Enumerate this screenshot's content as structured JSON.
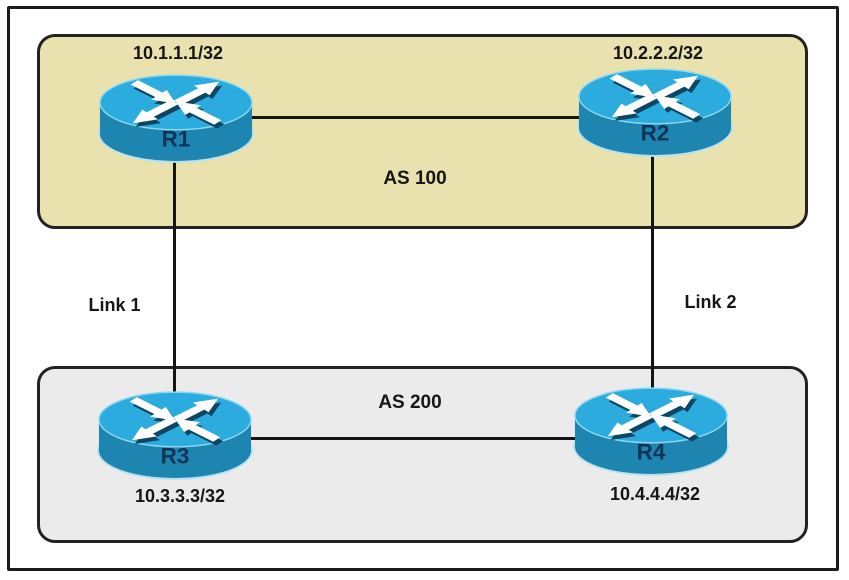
{
  "diagram": {
    "type": "network-topology",
    "as_groups": [
      {
        "name": "AS 100",
        "fill": "#e9e2ae",
        "routers": [
          "R1",
          "R2"
        ]
      },
      {
        "name": "AS 200",
        "fill": "#ebebeb",
        "routers": [
          "R3",
          "R4"
        ]
      }
    ],
    "routers": [
      {
        "name": "R1",
        "ip": "10.1.1.1/32"
      },
      {
        "name": "R2",
        "ip": "10.2.2.2/32"
      },
      {
        "name": "R3",
        "ip": "10.3.3.3/32"
      },
      {
        "name": "R4",
        "ip": "10.4.4.4/32"
      }
    ],
    "links": [
      {
        "label": "Link 1",
        "endpoints": "R1-R3"
      },
      {
        "label": "Link 2",
        "endpoints": "R2-R4"
      },
      {
        "label": "",
        "endpoints": "R1-R2"
      },
      {
        "label": "",
        "endpoints": "R3-R4"
      }
    ],
    "colors": {
      "router_top": "#2bobsolete",
      "router_top_fill": "#2babde",
      "router_body_fill": "#1e85b0",
      "router_glow": "#b5e2f0",
      "arrow_fill": "#ffffff",
      "arrow_shadow": "#0c4663",
      "router_label_text": "#0e3557",
      "as100_fill": "#e9e2ae",
      "as200_fill": "#ebebeb",
      "region_border": "#222222",
      "outer_border": "#1b1b1b",
      "line_color": "#141414",
      "label_text": "#161616",
      "background": "#ffffff"
    }
  }
}
